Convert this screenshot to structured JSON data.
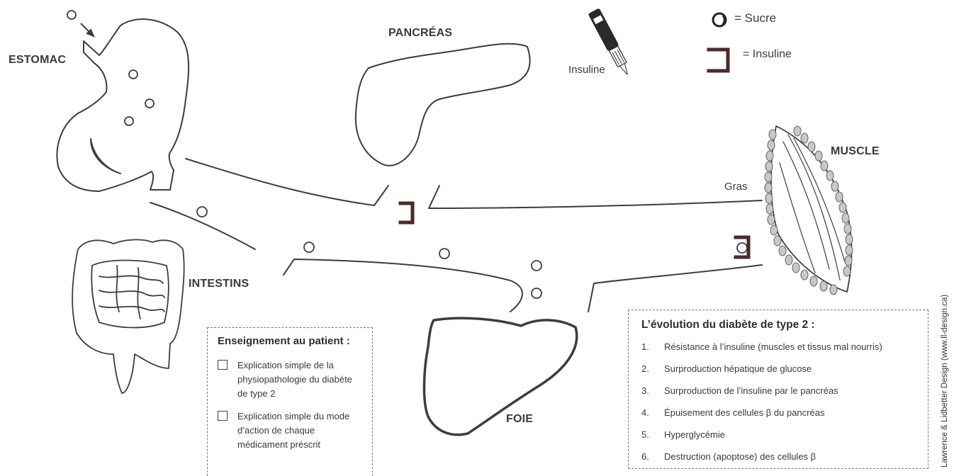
{
  "organs": {
    "stomach": "ESTOMAC",
    "pancreas": "PANCRÉAS",
    "intestines": "INTESTINS",
    "liver": "FOIE",
    "muscle": "MUSCLE"
  },
  "labels": {
    "fat": "Gras",
    "pen": "Insuline"
  },
  "legend": {
    "sugar": "= Sucre",
    "insulin": "= Insuline"
  },
  "patient_education": {
    "title": "Enseignement au patient :",
    "items": [
      {
        "lines": [
          "Explication simple de la",
          "physiopathologie du diabète",
          "de type 2"
        ]
      },
      {
        "lines": [
          "Explication simple du mode",
          "d’action de chaque",
          "médicament préscrit"
        ]
      }
    ]
  },
  "evolution": {
    "title": "L’évolution du diabète de type 2 :",
    "items": [
      {
        "num": "1.",
        "text": "Résistance à l’insuline (muscles et tissus mal nourris)"
      },
      {
        "num": "2.",
        "text": "Surproduction hépatique de glucose"
      },
      {
        "num": "3.",
        "text": "Surproduction de l’insuline par le pancréas"
      },
      {
        "num": "4.",
        "text": "Épuisement des cellules β du pancréas"
      },
      {
        "num": "5.",
        "text": "Hyperglycémie"
      },
      {
        "num": "6.",
        "text": "Destruction (apoptose) des cellules β"
      }
    ]
  },
  "credit": "Lawrence & Lidbetter Design (www.ll-design.ca)",
  "colors": {
    "line": "#3d3d3d",
    "insulin": "#4a2a2a",
    "muscle_fat": "#c8c8c8"
  }
}
